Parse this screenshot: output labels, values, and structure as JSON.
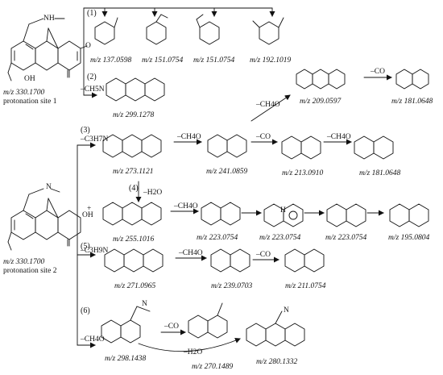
{
  "title": "",
  "parents": [
    {
      "mz": "m/z 330.1700",
      "label": "protonation site 1"
    },
    {
      "mz": "m/z 330.1700",
      "label": "protonation site 2"
    }
  ],
  "steps": [
    "(1)",
    "(2)",
    "(3)",
    "(4)",
    "(5)",
    "(6)"
  ],
  "losses": {
    "ch5n": "–CH5N",
    "c3h7n": "–C3H7N",
    "h2o_4": "–H2O",
    "c3h9n": "–C3H9N",
    "ch4o_6": "–CH4O",
    "ch4o_a": "–CH4O",
    "co_a": "–CO",
    "ch4o_b": "–CH4O",
    "co_b": "–CO",
    "ch4o_c": "–CH4O",
    "ch4o_d": "–CH4O",
    "ch4o_e": "–CH4O",
    "co_e": "–CO",
    "co_f": "–CO",
    "h2o_f": "–H2O"
  },
  "fragments": {
    "f137": "m/z 137.0598",
    "f151a": "m/z 151.0754",
    "f151b": "m/z 151.0754",
    "f192": "m/z 192.1019",
    "f299": "m/z 299.1278",
    "f209": "m/z 209.0597",
    "f181a": "m/z 181.0648",
    "f273": "m/z 273.1121",
    "f241": "m/z 241.0859",
    "f213": "m/z 213.0910",
    "f181b": "m/z 181.0648",
    "f255": "m/z 255.1016",
    "f223a": "m/z 223.0754",
    "f223b": "m/z 223.0754",
    "f223c": "m/z 223.0754",
    "f195": "m/z 195.0804",
    "f271": "m/z 271.0965",
    "f239": "m/z 239.0703",
    "f211": "m/z 211.0754",
    "f298": "m/z 298.1438",
    "f270": "m/z 270.1489",
    "f280": "m/z 280.1332"
  },
  "atoms": {
    "nh": "NH",
    "n": "N",
    "oh": "OH",
    "o": "O",
    "h": "H",
    "plus": "+"
  }
}
